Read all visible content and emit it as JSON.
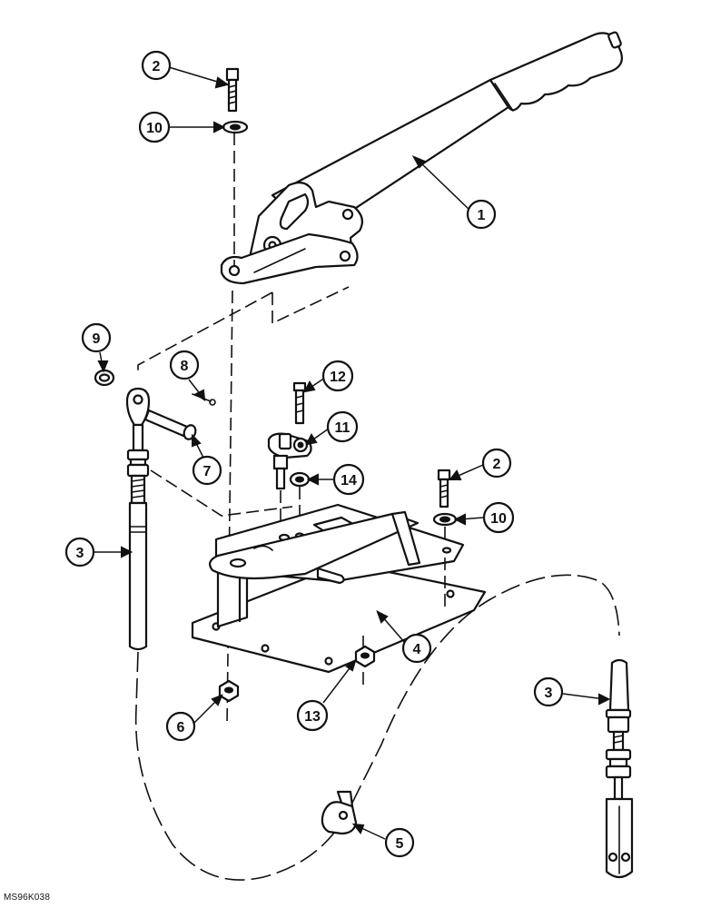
{
  "callouts": [
    {
      "id": "c1",
      "label": "1"
    },
    {
      "id": "c2a",
      "label": "2"
    },
    {
      "id": "c10a",
      "label": "10"
    },
    {
      "id": "c9",
      "label": "9"
    },
    {
      "id": "c8",
      "label": "8"
    },
    {
      "id": "c7",
      "label": "7"
    },
    {
      "id": "c12",
      "label": "12"
    },
    {
      "id": "c11",
      "label": "11"
    },
    {
      "id": "c14",
      "label": "14"
    },
    {
      "id": "c2b",
      "label": "2"
    },
    {
      "id": "c10b",
      "label": "10"
    },
    {
      "id": "c3a",
      "label": "3"
    },
    {
      "id": "c4",
      "label": "4"
    },
    {
      "id": "c6",
      "label": "6"
    },
    {
      "id": "c13",
      "label": "13"
    },
    {
      "id": "c3b",
      "label": "3"
    },
    {
      "id": "c5",
      "label": "5"
    }
  ],
  "figure_code": "MS96K038"
}
